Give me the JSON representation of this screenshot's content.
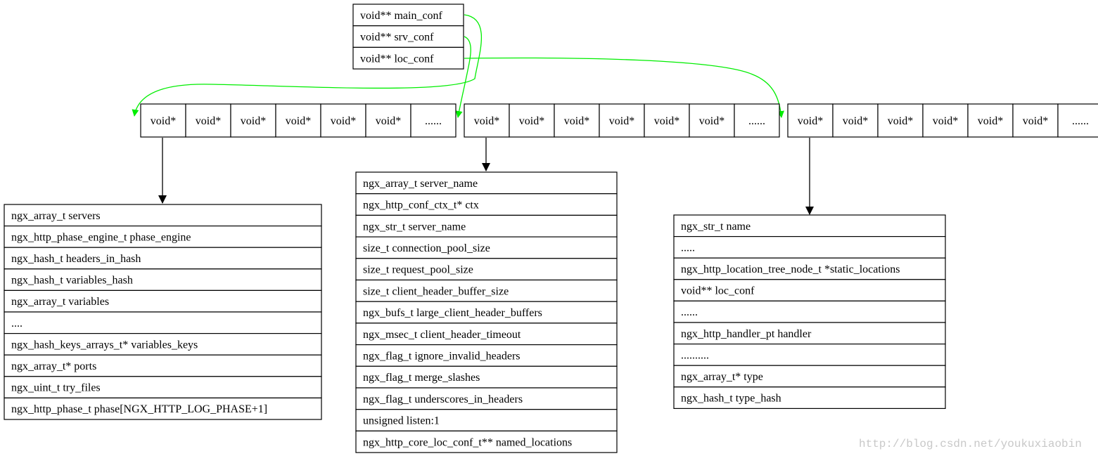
{
  "colors": {
    "box_border": "#000000",
    "edge_green": "#00ee00",
    "edge_black": "#000000",
    "watermark": "#c8c8c8"
  },
  "conf_ctx": {
    "fields": [
      "void** main_conf",
      "void** srv_conf",
      "void** loc_conf"
    ]
  },
  "pointer_arrays": [
    {
      "cells": [
        "void*",
        "void*",
        "void*",
        "void*",
        "void*",
        "void*",
        "......"
      ]
    },
    {
      "cells": [
        "void*",
        "void*",
        "void*",
        "void*",
        "void*",
        "void*",
        "......"
      ]
    },
    {
      "cells": [
        "void*",
        "void*",
        "void*",
        "void*",
        "void*",
        "void*",
        "......"
      ]
    }
  ],
  "main_conf_struct": {
    "fields": [
      "ngx_array_t servers",
      "ngx_http_phase_engine_t phase_engine",
      "ngx_hash_t headers_in_hash",
      "ngx_hash_t variables_hash",
      "ngx_array_t variables",
      "....",
      "ngx_hash_keys_arrays_t* variables_keys",
      "ngx_array_t* ports",
      "ngx_uint_t try_files",
      "ngx_http_phase_t phase[NGX_HTTP_LOG_PHASE+1]"
    ]
  },
  "srv_conf_struct": {
    "fields": [
      "ngx_array_t server_name",
      "ngx_http_conf_ctx_t* ctx",
      "ngx_str_t server_name",
      "size_t connection_pool_size",
      "size_t request_pool_size",
      "size_t client_header_buffer_size",
      "ngx_bufs_t large_client_header_buffers",
      "ngx_msec_t client_header_timeout",
      "ngx_flag_t ignore_invalid_headers",
      "ngx_flag_t merge_slashes",
      "ngx_flag_t underscores_in_headers",
      "unsigned listen:1",
      "ngx_http_core_loc_conf_t** named_locations"
    ]
  },
  "loc_conf_struct": {
    "fields": [
      "ngx_str_t name",
      ".....",
      "ngx_http_location_tree_node_t *static_locations",
      "void** loc_conf",
      "......",
      "ngx_http_handler_pt handler",
      "..........",
      "ngx_array_t* type",
      "ngx_hash_t type_hash"
    ]
  },
  "watermark": {
    "text": "http://blog.csdn.net/youkuxiaobin"
  }
}
